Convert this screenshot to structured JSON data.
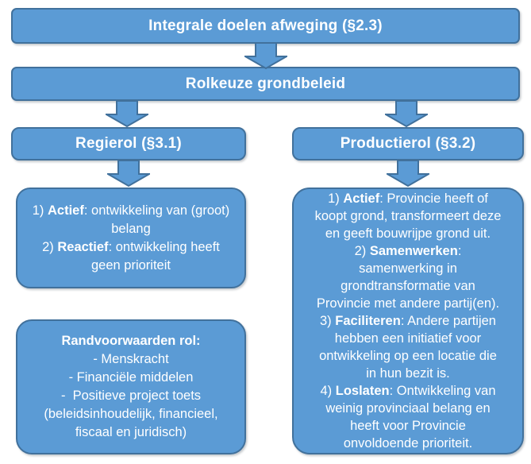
{
  "colors": {
    "box_fill": "#5b9bd5",
    "box_border": "#41719c",
    "text": "#ffffff",
    "background": "#ffffff"
  },
  "flow": {
    "top_box": "Integrale doelen afweging (§2.3)",
    "rolkeuze_box": "Rolkeuze grondbeleid",
    "regierol_header": "Regierol (§3.1)",
    "productierol_header": "Productierol (§3.2)",
    "regierol_detail_lines": [
      "1) **Actief**: ontwikkeling van (groot)",
      "belang",
      "2) **Reactief**: ontwikkeling heeft",
      "geen prioriteit"
    ],
    "randvoorwaarden_lines": [
      "**Randvoorwaarden rol:**",
      "- Menskracht",
      "- Financiële middelen",
      "-  Positieve project toets",
      "(beleidsinhoudelijk, financieel,",
      "fiscaal en juridisch)"
    ],
    "productierol_detail_lines": [
      "1) **Actief**: Provincie heeft of",
      "koopt grond, transformeert deze",
      "en geeft bouwrijpe grond uit.",
      "2) **Samenwerken**:",
      "samenwerking in",
      "grondtransformatie van",
      "Provincie met andere partij(en).",
      "3) **Faciliteren**: Andere partijen",
      "hebben een initiatief voor",
      "ontwikkeling op een locatie die",
      "in hun bezit is.",
      "4) **Loslaten**: Ontwikkeling van",
      "weinig provinciaal belang en",
      "heeft voor Provincie",
      "onvoldoende prioriteit."
    ]
  },
  "icons": {
    "down_arrow": "block-arrow-down"
  }
}
